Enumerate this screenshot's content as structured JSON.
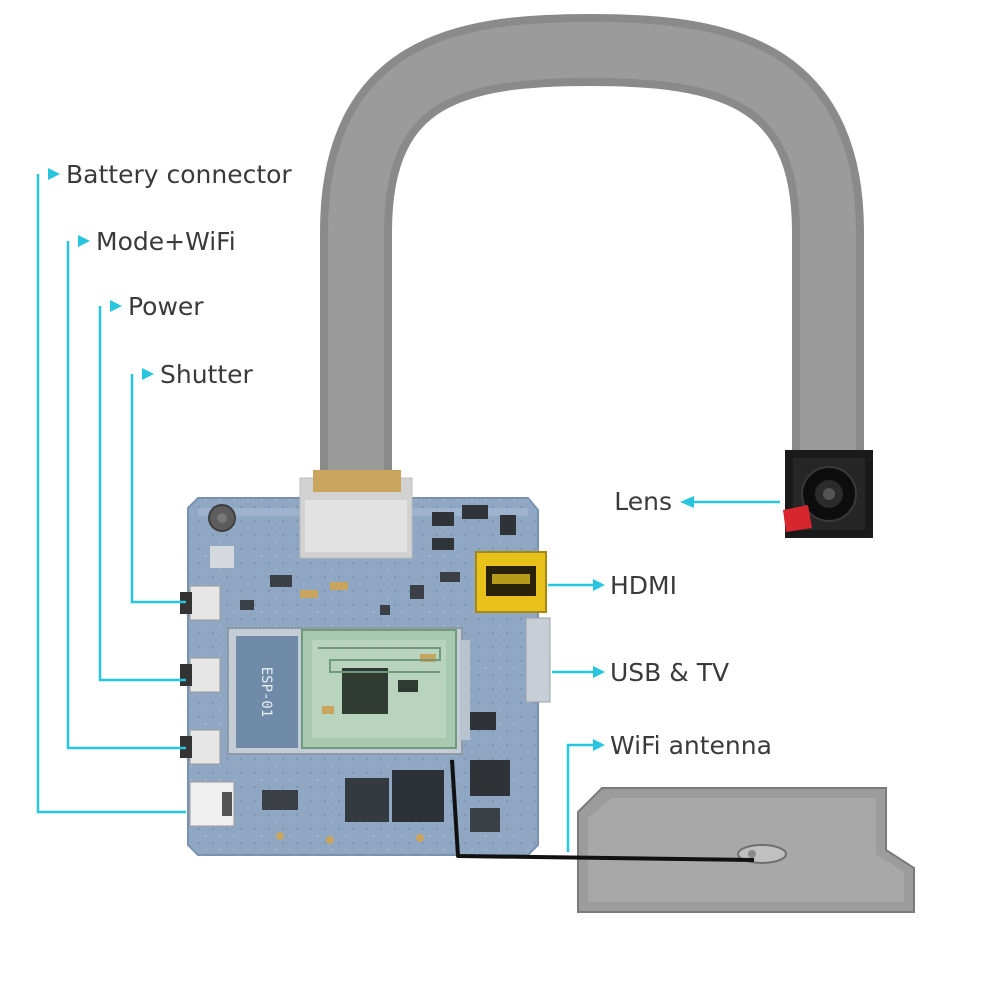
{
  "labels": {
    "battery": "Battery connector",
    "mode_wifi": "Mode+WiFi",
    "power": "Power",
    "shutter": "Shutter",
    "lens": "Lens",
    "hdmi": "HDMI",
    "usb_tv": "USB & TV",
    "wifi_antenna": "WiFi antenna"
  },
  "board_marking": "ESP-01",
  "colors": {
    "leader": "#29c4de",
    "pcb": "#8fa7c3",
    "cable": "#8a8a8a",
    "wifi_module": "#a8c8b0",
    "hdmi_port": "#e8c21a",
    "antenna": "#9c9c9c",
    "lens_housing": "#1a1a1a",
    "lens_tab": "#d7262e"
  }
}
